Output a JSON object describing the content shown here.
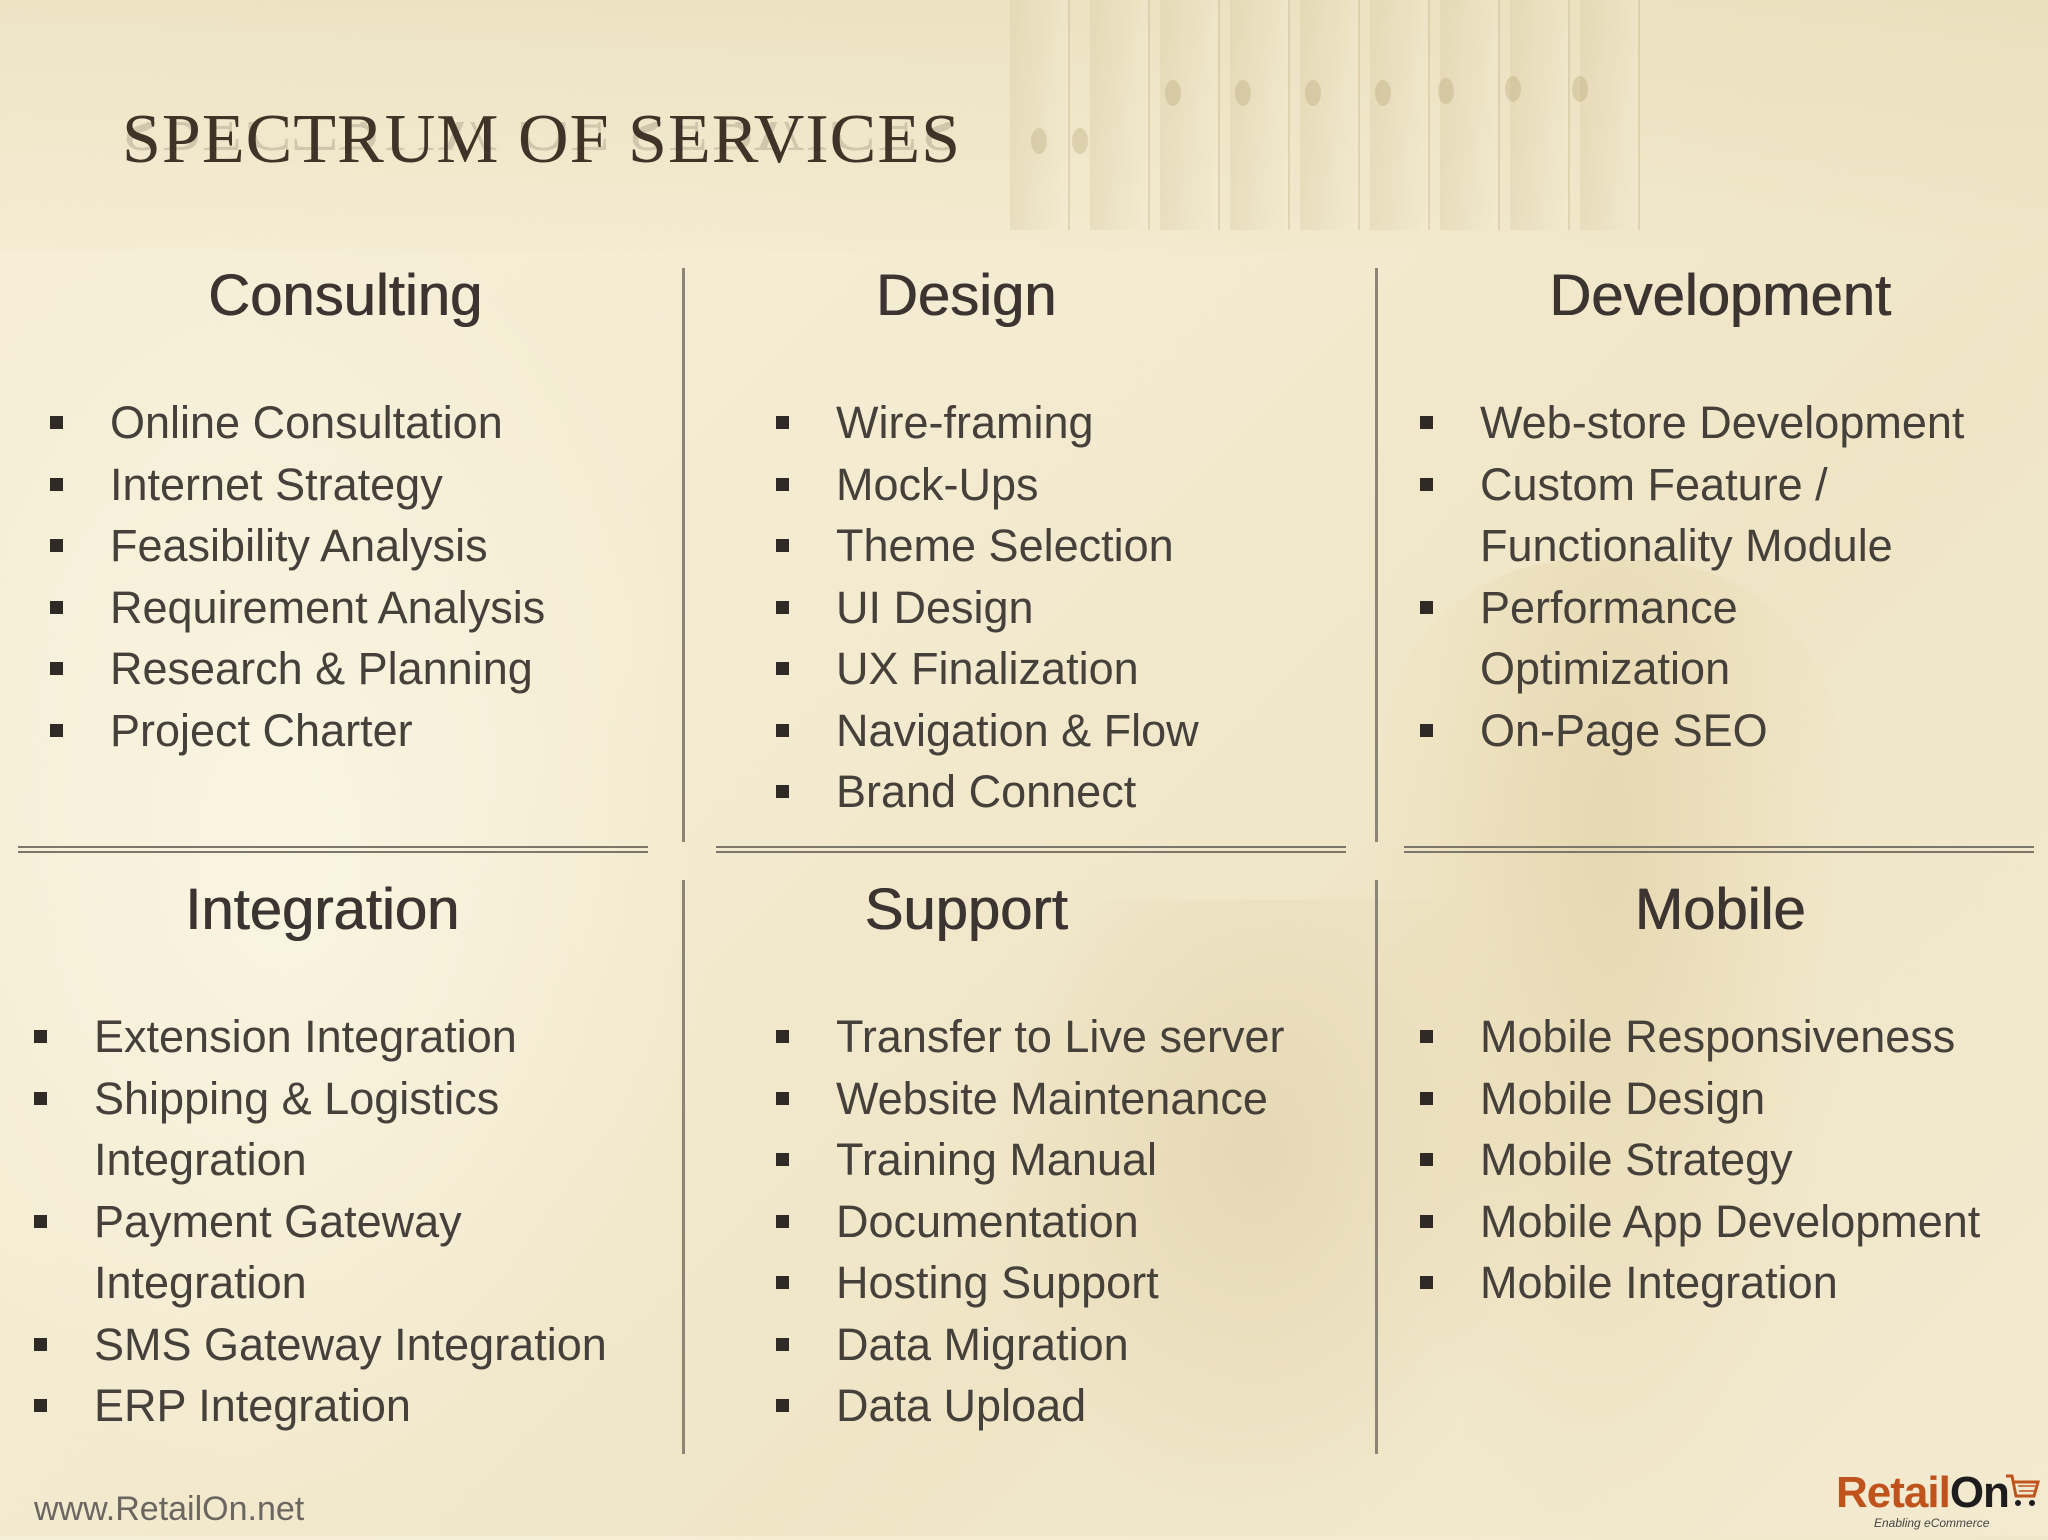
{
  "slide": {
    "title": "SPECTRUM OF SERVICES",
    "footer_url": "www.RetailOn.net"
  },
  "logo": {
    "name_part1": "Retail",
    "name_part2": "On",
    "tagline": "Enabling eCommerce",
    "primary_color": "#c0521c"
  },
  "sections": [
    {
      "heading": "Consulting",
      "items": [
        "Online Consultation",
        "Internet Strategy",
        "Feasibility Analysis",
        "Requirement Analysis",
        "Research & Planning",
        "Project Charter"
      ]
    },
    {
      "heading": "Design",
      "items": [
        "Wire-framing",
        "Mock-Ups",
        "Theme Selection",
        "UI Design",
        "UX Finalization",
        "Navigation & Flow",
        "Brand Connect"
      ]
    },
    {
      "heading": "Development",
      "items": [
        [
          "Web-store Development"
        ],
        [
          "Custom Feature /",
          "Functionality Module"
        ],
        [
          "Performance",
          "Optimization"
        ],
        [
          "On-Page SEO"
        ]
      ]
    },
    {
      "heading": "Integration",
      "items": [
        [
          "Extension Integration"
        ],
        [
          "Shipping & Logistics",
          "Integration"
        ],
        [
          "Payment Gateway",
          "Integration"
        ],
        [
          "SMS Gateway Integration"
        ],
        [
          "ERP Integration"
        ]
      ]
    },
    {
      "heading": "Support",
      "items": [
        "Transfer to Live server",
        "Website Maintenance",
        "Training Manual",
        "Documentation",
        "Hosting Support",
        "Data Migration",
        "Data Upload"
      ]
    },
    {
      "heading": "Mobile",
      "items": [
        "Mobile Responsiveness",
        "Mobile Design",
        "Mobile Strategy",
        "Mobile App Development",
        "Mobile Integration"
      ]
    }
  ]
}
